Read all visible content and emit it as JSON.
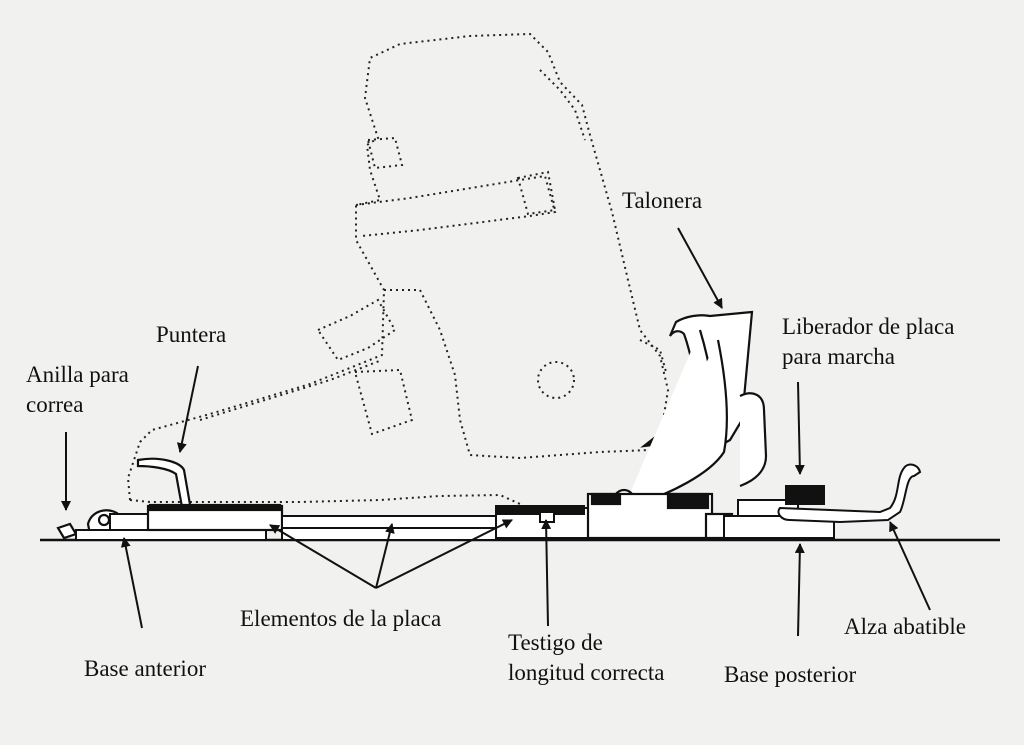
{
  "labels": {
    "puntera": "Puntera",
    "talonera": "Talonera",
    "anilla": [
      "Anilla para",
      "correa"
    ],
    "liberador": [
      "Liberador de placa",
      "para marcha"
    ],
    "elementos": "Elementos de la placa",
    "testigo": [
      "Testigo de",
      "longitud correcta"
    ],
    "base_anterior": "Base anterior",
    "base_posterior": "Base posterior",
    "alza": "Alza abatible"
  },
  "colors": {
    "background": "#f1f1ef",
    "ink": "#111111"
  }
}
